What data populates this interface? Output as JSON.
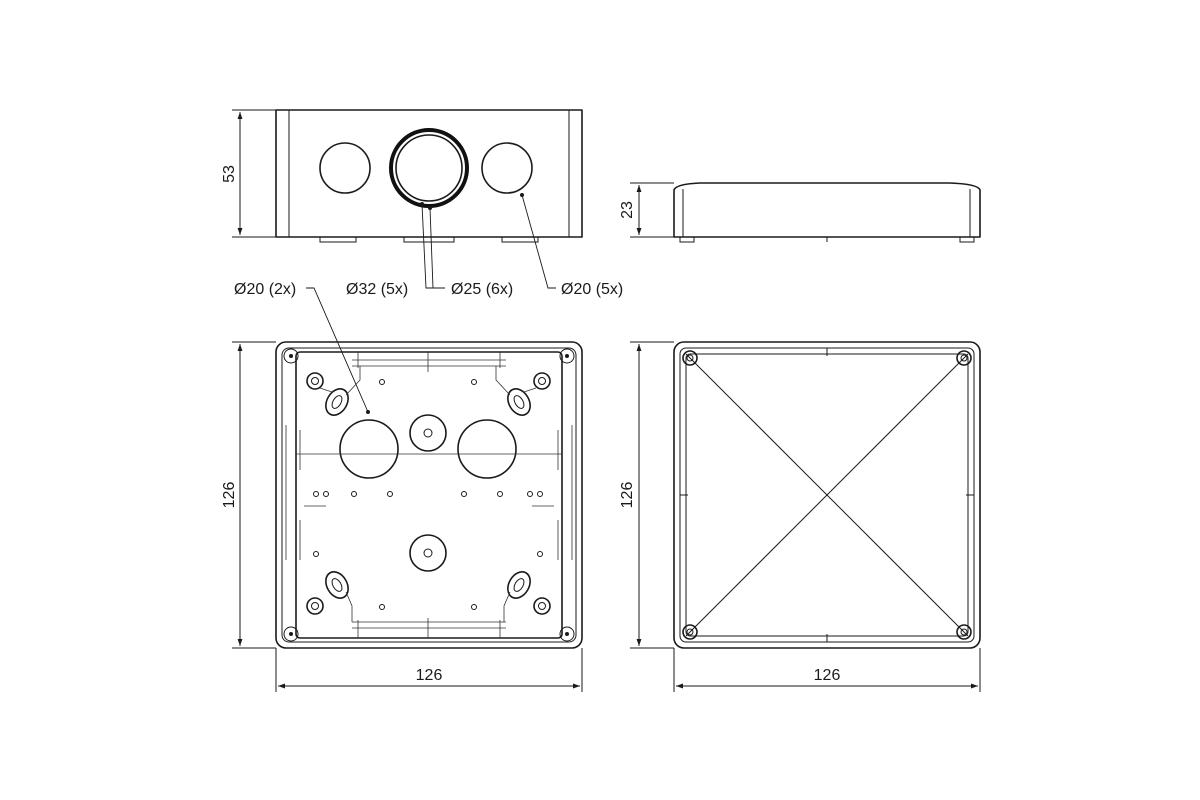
{
  "dimensions": {
    "front_height": "53",
    "lid_height": "23",
    "top_height": "126",
    "top_width": "126",
    "lid_top_height": "126",
    "lid_top_width": "126"
  },
  "callouts": {
    "d20_2x": "Ø20 (2x)",
    "d32_5x": "Ø32 (5x)",
    "d25_6x": "Ø25 (6x)",
    "d20_5x": "Ø20 (5x)"
  }
}
